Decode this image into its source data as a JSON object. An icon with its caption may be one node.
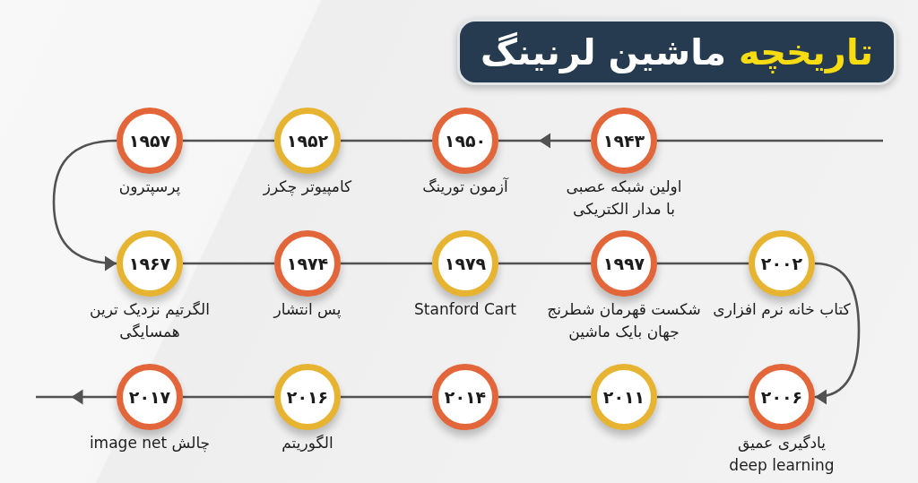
{
  "diagram": {
    "title": "تاریخچه ماشین لرنینگ",
    "nodes": [
      {
        "text": [
          "۱۹۴۳"
        ],
        "beside": [
          "اولین شبکه عصبی با مدار الکتریکی"
        ]
      },
      {
        "text": [
          "۱۹۵۰"
        ],
        "beside": [
          "آزمون تورینگ"
        ]
      },
      {
        "text": [
          "۱۹۵۲"
        ],
        "beside": [
          "کامپیوتر چکرز"
        ]
      },
      {
        "text": [
          "۱۹۵۷"
        ],
        "beside": [
          "پرسپترون"
        ]
      },
      {
        "text": [
          "۱۹۶۷"
        ],
        "beside": [
          "الگرتیم نزدیک ترین همسایگی"
        ]
      },
      {
        "text": [
          "۱۹۷۴"
        ],
        "beside": [
          "پس انتشار"
        ]
      },
      {
        "text": [
          "۱۹۷۹"
        ],
        "beside": [
          "Stanford Cart"
        ]
      },
      {
        "text": [
          "۱۹۹۷"
        ],
        "beside": [
          "شکست قهرمان شطرنج جهان بایک ماشین"
        ]
      },
      {
        "text": [
          "۲۰۰۲"
        ],
        "beside": [
          "کتاب خانه نرم افزاری"
        ]
      },
      {
        "text": [
          "۲۰۰۶"
        ],
        "beside": [
          "یادگیری عمیق deep learning"
        ]
      },
      {
        "text": [
          "۲۰۱۱"
        ]
      },
      {
        "text": [
          "۲۰۱۴"
        ]
      },
      {
        "text": [
          "۲۰۱۶"
        ],
        "beside": [
          "الگوریتم"
        ]
      },
      {
        "text": [
          "۲۰۱۷"
        ],
        "beside": [
          "چالش image net"
        ]
      }
    ],
    "edges": [
      {
        "from": null,
        "to": 0,
        "arrow": "none"
      },
      {
        "from": 0,
        "to": 1,
        "arrow": "to"
      },
      {
        "from": 1,
        "to": 2,
        "arrow": "none"
      },
      {
        "from": 2,
        "to": 3,
        "arrow": "none"
      },
      {
        "from": 3,
        "to": 4,
        "arrow": "to"
      },
      {
        "from": 4,
        "to": 5,
        "arrow": "none"
      },
      {
        "from": 5,
        "to": 6,
        "arrow": "none"
      },
      {
        "from": 6,
        "to": 7,
        "arrow": "none"
      },
      {
        "from": 7,
        "to": 8,
        "arrow": "none"
      },
      {
        "from": 8,
        "to": 9,
        "arrow": "to"
      },
      {
        "from": 9,
        "to": 10,
        "arrow": "none"
      },
      {
        "from": 10,
        "to": 11,
        "arrow": "none"
      },
      {
        "from": 11,
        "to": 12,
        "arrow": "none"
      },
      {
        "from": 12,
        "to": 13,
        "arrow": "none"
      },
      {
        "from": 13,
        "to": null,
        "arrow": "to"
      }
    ]
  }
}
